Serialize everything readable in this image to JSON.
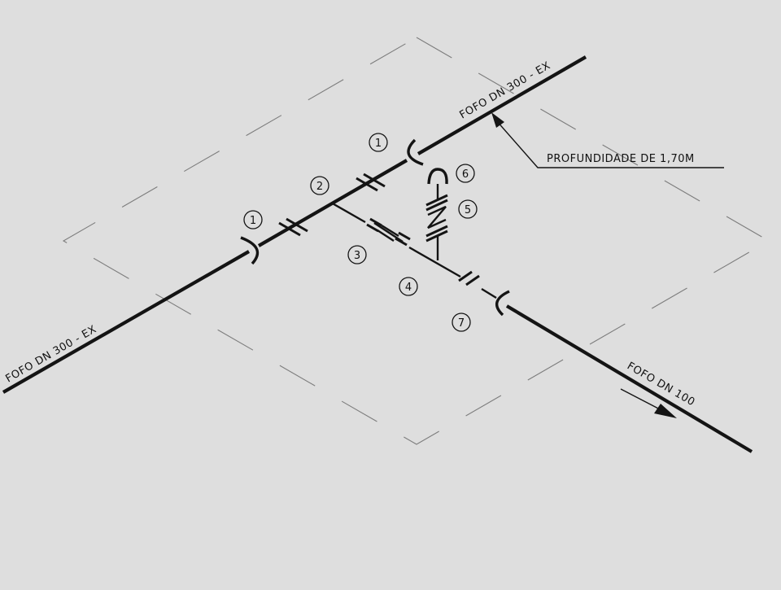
{
  "labels": {
    "pipe_main_upper": "FOFO DN 300 - EX",
    "pipe_main_lower": "FOFO DN 300 - EX",
    "pipe_branch": "FOFO DN 100",
    "depth_note": "PROFUNDIDADE DE 1,70M"
  },
  "item_numbers": {
    "n1a": "1",
    "n1b": "1",
    "n2": "2",
    "n3": "3",
    "n4": "4",
    "n5": "5",
    "n6": "6",
    "n7": "7"
  }
}
